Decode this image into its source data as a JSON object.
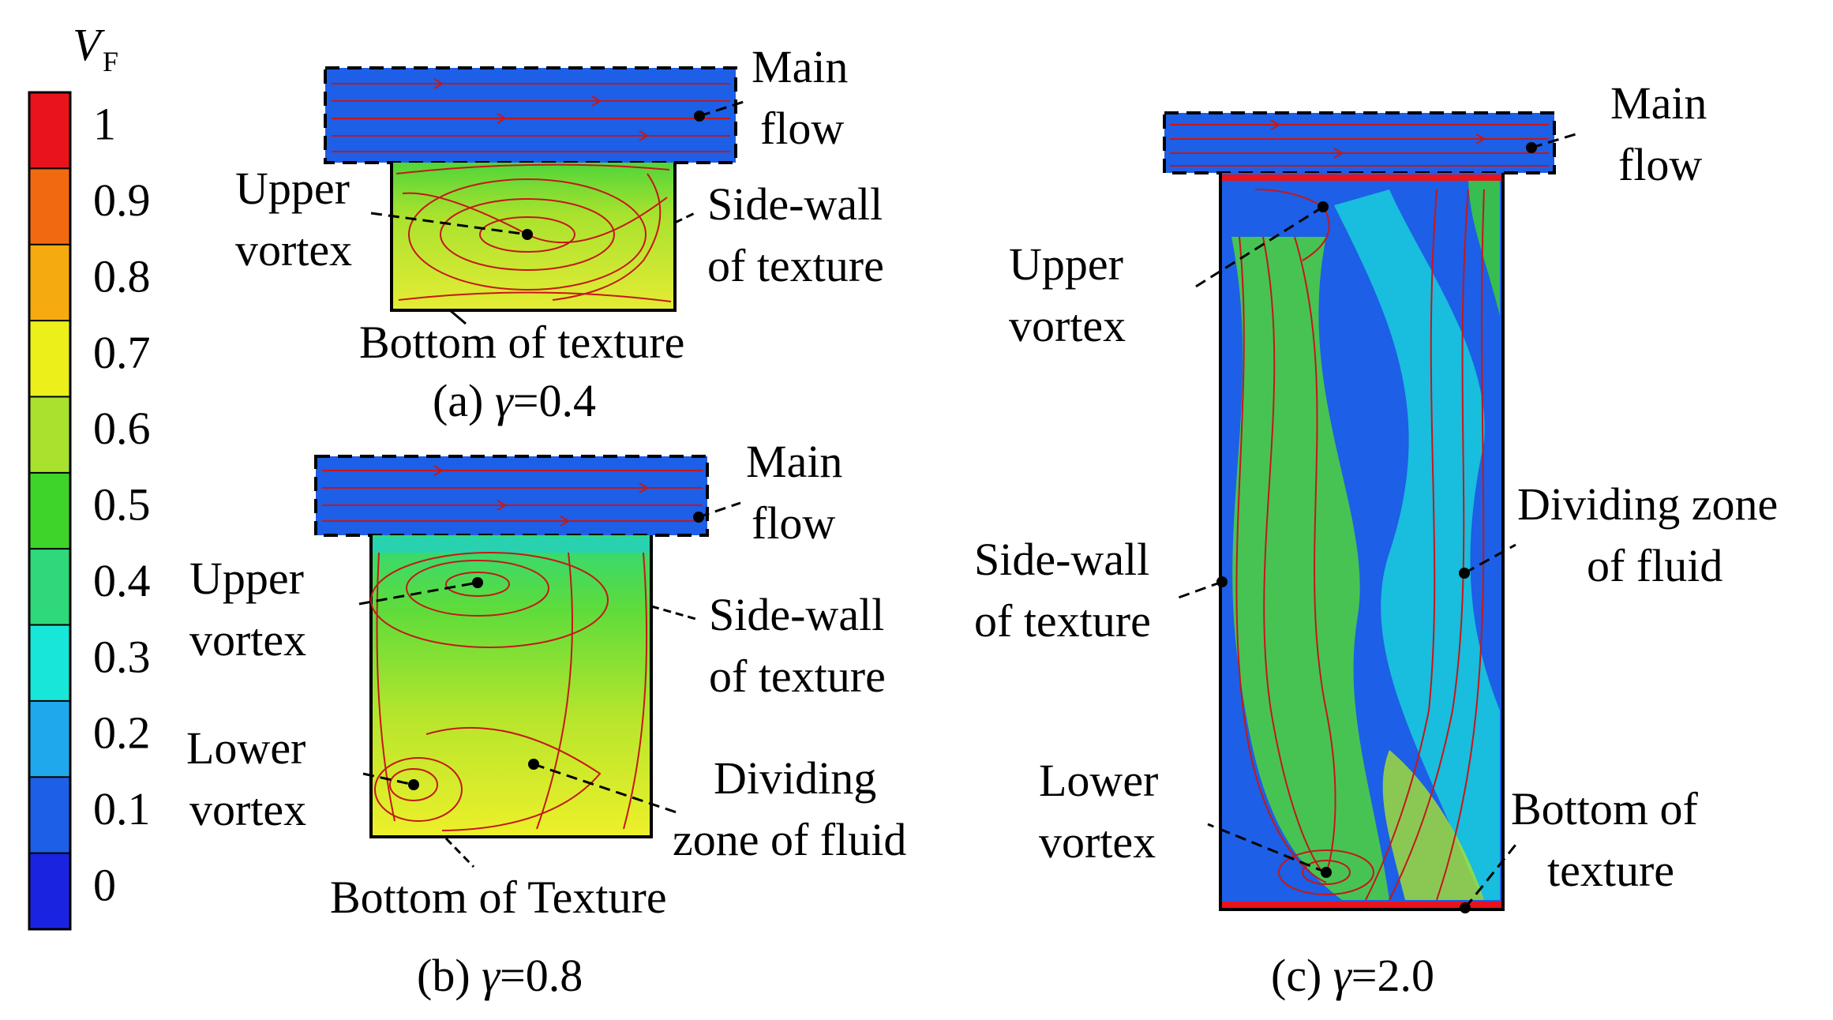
{
  "colorbar": {
    "symbol": "V",
    "subscript": "F",
    "ticks": [
      "1",
      "0.9",
      "0.8",
      "0.7",
      "0.6",
      "0.5",
      "0.4",
      "0.3",
      "0.2",
      "0.1",
      "0"
    ],
    "colors": [
      "#e8131b",
      "#f26a10",
      "#f5aa0f",
      "#ecef1a",
      "#a8e22e",
      "#3fd42a",
      "#2fd87a",
      "#18e6d8",
      "#1fa9ec",
      "#1d5fe6",
      "#1a24e0"
    ]
  },
  "panel_a": {
    "labels": {
      "main_flow_1": "Main",
      "main_flow_2": "flow",
      "upper_vortex_1": "Upper",
      "upper_vortex_2": "vortex",
      "side_wall_1": "Side-wall",
      "side_wall_2": "of texture",
      "bottom": "Bottom of texture"
    },
    "caption_prefix": "(a) ",
    "caption_symbol": "γ",
    "caption_value": "=0.4"
  },
  "panel_b": {
    "labels": {
      "main_flow_1": "Main",
      "main_flow_2": "flow",
      "upper_vortex_1": "Upper",
      "upper_vortex_2": "vortex",
      "side_wall_1": "Side-wall",
      "side_wall_2": "of texture",
      "lower_vortex_1": "Lower",
      "lower_vortex_2": "vortex",
      "dividing_1": "Dividing",
      "dividing_2": "zone of fluid",
      "bottom": "Bottom of Texture"
    },
    "caption_prefix": "(b) ",
    "caption_symbol": "γ",
    "caption_value": "=0.8"
  },
  "panel_c": {
    "labels": {
      "main_flow_1": "Main",
      "main_flow_2": "flow",
      "upper_vortex_1": "Upper",
      "upper_vortex_2": "vortex",
      "dividing_1": "Dividing zone",
      "dividing_2": "of fluid",
      "side_wall_1": "Side-wall",
      "side_wall_2": "of texture",
      "lower_vortex_1": "Lower",
      "lower_vortex_2": "vortex",
      "bottom_1": "Bottom of",
      "bottom_2": "texture"
    },
    "caption_prefix": "(c) ",
    "caption_symbol": "γ",
    "caption_value": "=2.0"
  }
}
